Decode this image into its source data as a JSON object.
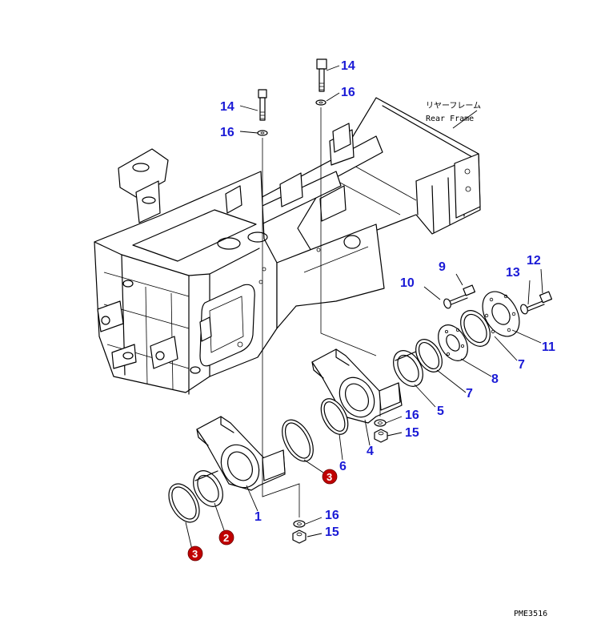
{
  "frame_label": {
    "jp": "リヤーフレーム",
    "en": "Rear Frame"
  },
  "drawing_code": "PME3516",
  "callouts": {
    "c1": "1",
    "c4": "4",
    "c5": "5",
    "c6": "6",
    "c7a": "7",
    "c7b": "7",
    "c8": "8",
    "c9": "9",
    "c10": "10",
    "c11": "11",
    "c12": "12",
    "c13": "13",
    "c14a": "14",
    "c14b": "14",
    "c15a": "15",
    "c15b": "15",
    "c16a": "16",
    "c16b": "16",
    "c16c": "16",
    "c16d": "16"
  },
  "badges": {
    "b2": "2",
    "b3a": "3",
    "b3b": "3"
  },
  "colors": {
    "callout": "#1a1ad6",
    "badge": "#c00000"
  }
}
